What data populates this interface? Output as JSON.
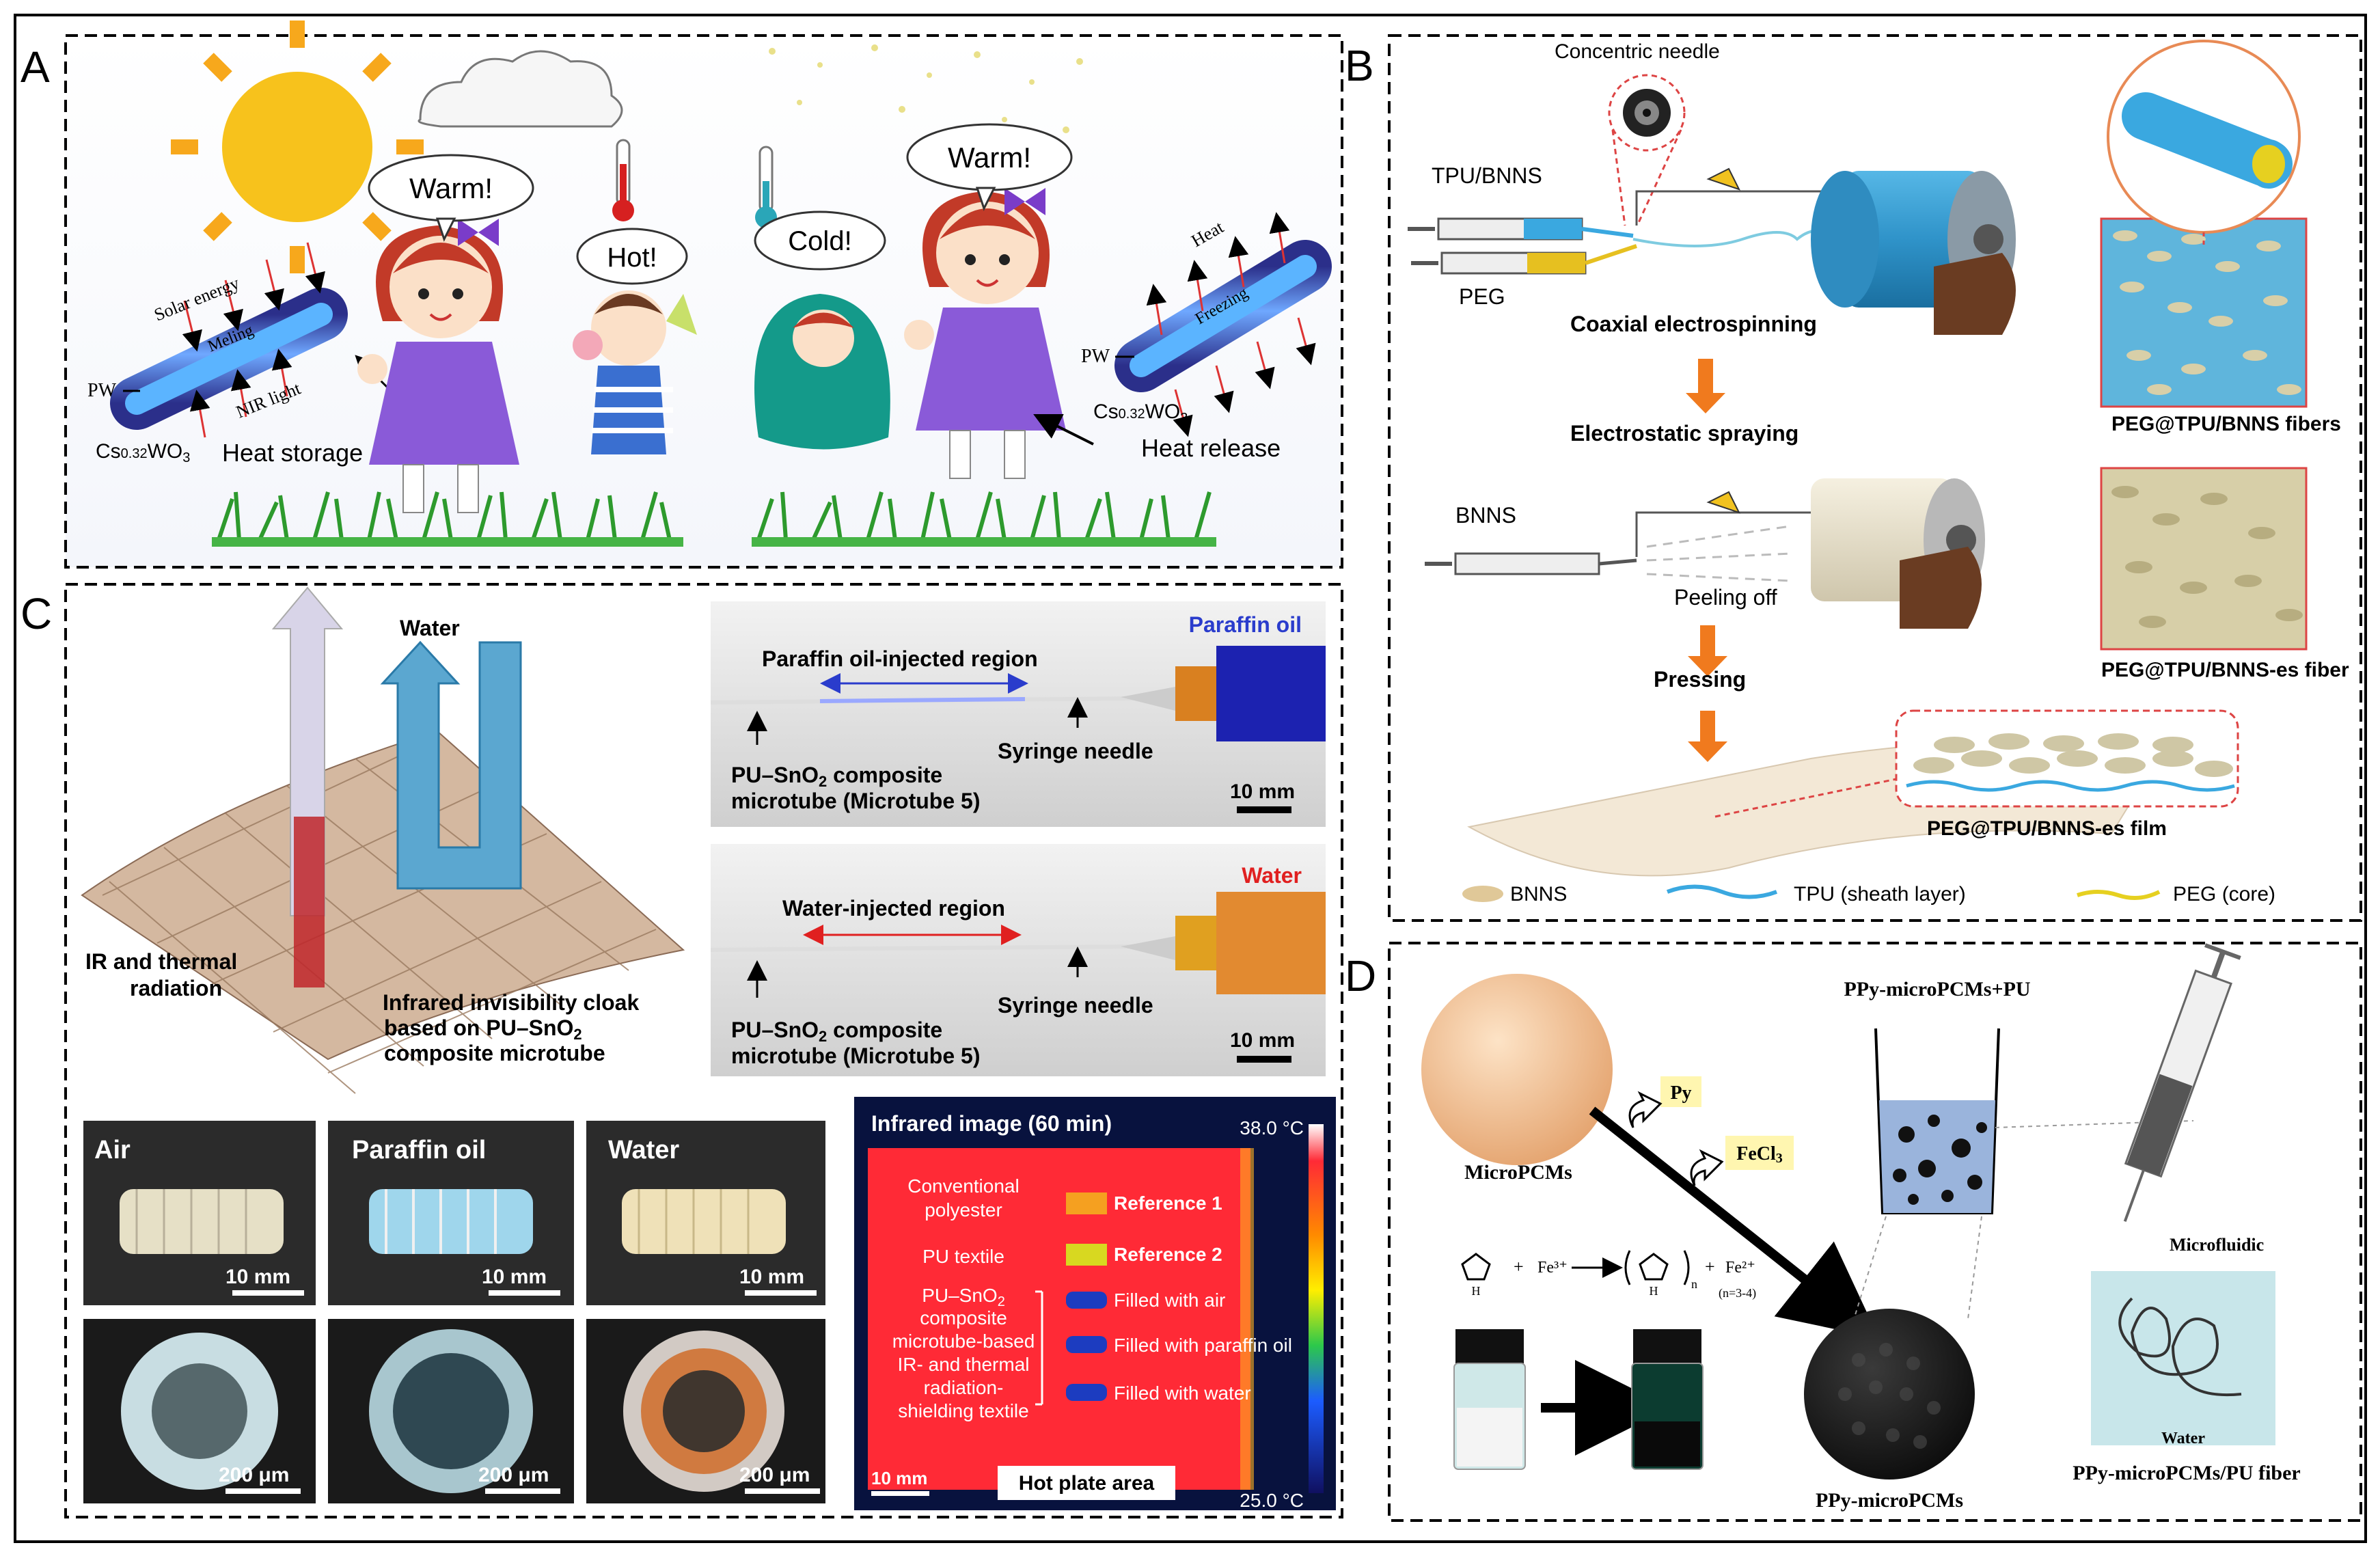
{
  "panel_a": {
    "letter": "A",
    "bubble_warm_left": "Warm!",
    "bubble_hot": "Hot!",
    "bubble_cold": "Cold!",
    "bubble_warm_right": "Warm!",
    "solar_energy": "Solar energy",
    "melting": "Meling",
    "nir_light": "NIR light",
    "pw_left": "PW",
    "cswo_left_cs": "Cs",
    "cswo_left_sub": "0.32",
    "cswo_left_wo": "WO",
    "cswo_left_sub3": "3",
    "heat_storage": "Heat storage",
    "heat": "Heat",
    "freezing": "Freezing",
    "pw_right": "PW",
    "cswo_right_cs": "Cs",
    "cswo_right_sub": "0.32",
    "cswo_right_wo": "WO",
    "cswo_right_sub3": "3",
    "heat_release": "Heat release"
  },
  "panel_b": {
    "letter": "B",
    "concentric_needle": "Concentric needle",
    "tpu_bnns": "TPU/BNNS",
    "peg": "PEG",
    "coaxial": "Coaxial electrospinning",
    "electrostatic": "Electrostatic spraying",
    "fibers": "PEG@TPU/BNNS fibers",
    "bnns": "BNNS",
    "peeling_off": "Peeling off",
    "pressing": "Pressing",
    "es_fiber": "PEG@TPU/BNNS-es fiber",
    "es_film": "PEG@TPU/BNNS-es film",
    "legend_bnns": "BNNS",
    "legend_tpu": "TPU (sheath layer)",
    "legend_peg": "PEG (core)"
  },
  "panel_c": {
    "letter": "C",
    "water_label": "Water",
    "ir_label_1": "IR and thermal",
    "ir_label_2": "radiation",
    "cloak_1": "Infrared invisibility  cloak",
    "cloak_2": "based on PU–SnO",
    "cloak_2_sub": "2",
    "cloak_3": "composite microtube",
    "paraffin_oil_tag": "Paraffin oil",
    "paraffin_region": "Paraffin oil-injected  region",
    "syringe_needle_1": "Syringe needle",
    "pu_sno2_1a": "PU–SnO",
    "pu_sno2_1a_sub": "2",
    "pu_sno2_1a_rest": " composite",
    "pu_sno2_1b": "microtube (Microtube 5)",
    "scale_10mm_1": "10 mm",
    "water_tag": "Water",
    "water_region": "Water-injected region",
    "syringe_needle_2": "Syringe needle",
    "pu_sno2_2a": "PU–SnO",
    "pu_sno2_2a_sub": "2",
    "pu_sno2_2a_rest": " composite",
    "pu_sno2_2b": "microtube (Microtube 5)",
    "scale_10mm_2": "10 mm",
    "photo_air": "Air",
    "photo_paraffin": "Paraffin oil",
    "photo_water": "Water",
    "photo_scale": "10 mm",
    "micro_scale": "200 μm",
    "ir_title": "Infrared image (60 min)",
    "ir_temp_max": "38.0 °C",
    "ir_temp_min": "25.0 °C",
    "ir_conv_1": "Conventional",
    "ir_conv_2": "polyester",
    "ir_pu_textile": "PU textile",
    "ir_comp_1": "PU–SnO",
    "ir_comp_1_sub": "2",
    "ir_comp_2": "composite",
    "ir_comp_3": "microtube-based",
    "ir_comp_4": "IR- and thermal",
    "ir_comp_5": "radiation-",
    "ir_comp_6": "shielding textile",
    "ir_ref1": "Reference 1",
    "ir_ref2": "Reference 2",
    "ir_air": "Filled  with air",
    "ir_paraffin": "Filled  with paraffin oil",
    "ir_water": "Filled  with water",
    "ir_scale": "10 mm",
    "ir_hot_plate": "Hot plate area"
  },
  "panel_d": {
    "letter": "D",
    "micropcms": "MicroPCMs",
    "py": "Py",
    "fecl3": "FeCl",
    "fecl3_sub": "3",
    "beaker_label": "PPy-microPCMs+PU",
    "microfluidic": "Microfluidic",
    "water": "Water",
    "fiber": "PPy-microPCMs/PU fiber",
    "ppy_micropcms": "PPy-microPCMs",
    "rxn_plus_1": "+",
    "rxn_fe3": "Fe³⁺",
    "rxn_plus_2": "+",
    "rxn_fe2": "Fe²⁺",
    "rxn_n": "(n=3-4)",
    "rxn_H1": "H",
    "rxn_H2": "H",
    "rxn_n_sub": "n"
  },
  "colors": {
    "sky_yellow": "#f7c21c",
    "fiber_blue": "#4a6fd0",
    "arrow_orange": "#f07a1e",
    "ir_red": "#ff2a36",
    "ir_bg": "#08123e",
    "paraffin_blue": "#2a3ccc",
    "water_red": "#e02020"
  }
}
